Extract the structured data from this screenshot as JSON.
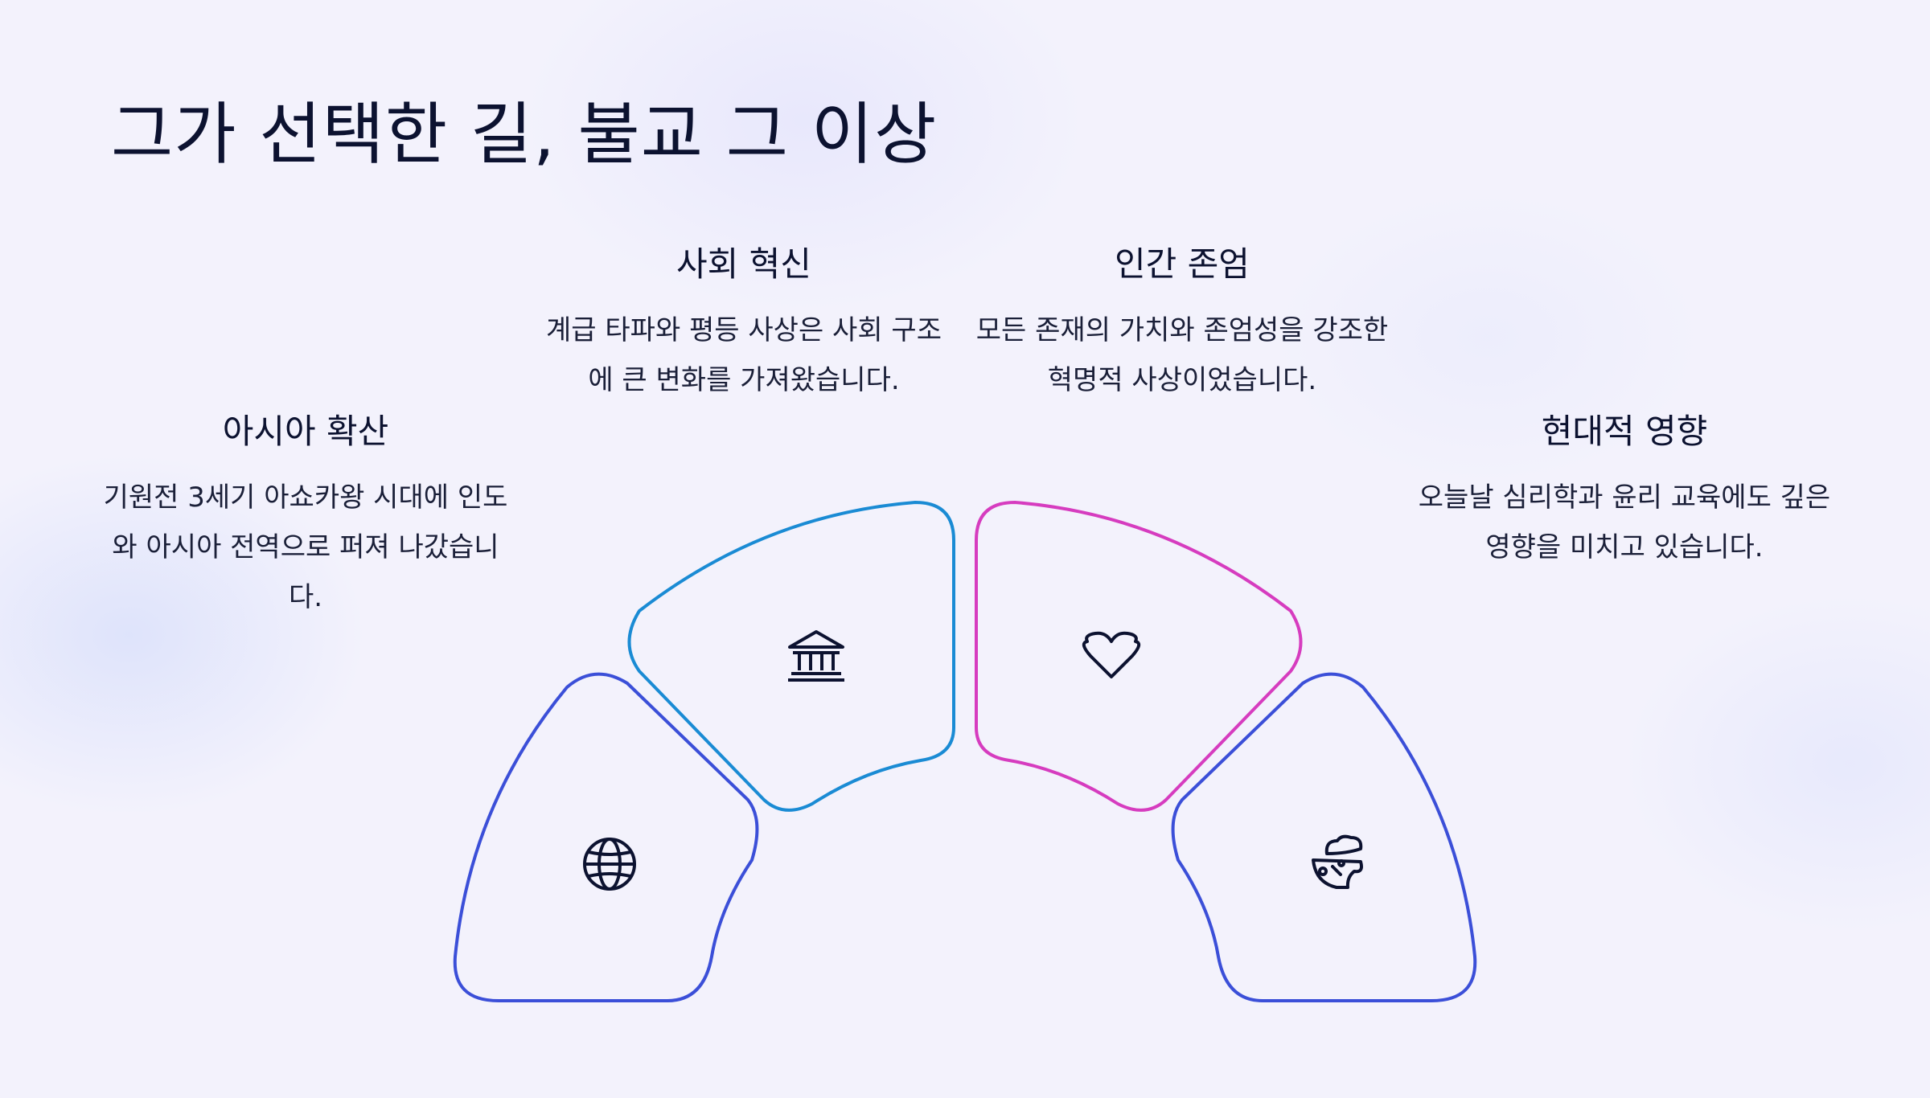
{
  "title": "그가 선택한 길, 불교 그 이상",
  "sections": {
    "asia": {
      "heading": "아시아 확산",
      "body": "기원전 3세기 아쇼카왕 시대에 인도와 아시아 전역으로 퍼져 나갔습니다.",
      "icon": "globe-icon",
      "color": "#3b4fd8"
    },
    "social": {
      "heading": "사회 혁신",
      "body": "계급 타파와 평등 사상은 사회 구조에 큰 변화를 가져왔습니다.",
      "icon": "bank-icon",
      "color": "#1a8bd4"
    },
    "human": {
      "heading": "인간 존엄",
      "body": "모든 존재의 가치와 존엄성을 강조한 혁명적 사상이었습니다.",
      "icon": "heart-icon",
      "color": "#d63cbf"
    },
    "modern": {
      "heading": "현대적 영향",
      "body": "오늘날 심리학과 윤리 교육에도 깊은 영향을 미치고 있습니다.",
      "icon": "mind-icon",
      "color": "#3b4fd8"
    }
  }
}
